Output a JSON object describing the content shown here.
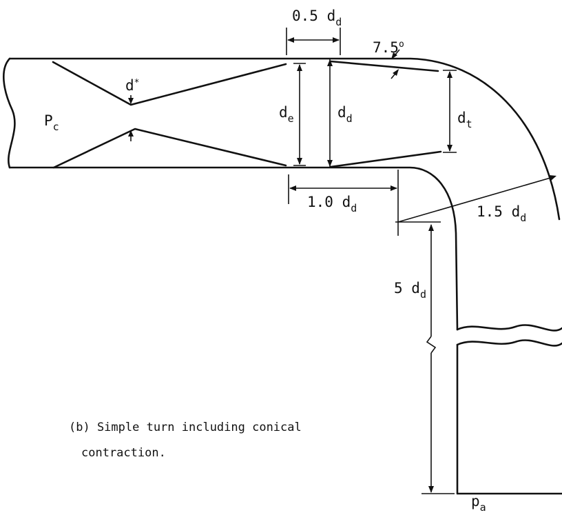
{
  "labels": {
    "chamber_pressure": {
      "base": "P",
      "sub": "c"
    },
    "throat": {
      "base": "d",
      "sup": "*"
    },
    "exit": {
      "base": "d",
      "sub": "e"
    },
    "duct": {
      "base": "d",
      "sub": "d"
    },
    "contraction_exit": {
      "base": "d",
      "sub": "t"
    },
    "angle": {
      "value": "7.5",
      "sup": "o"
    },
    "half_duct_length": {
      "value": "0.5 d",
      "sub": "d"
    },
    "duct_length": {
      "value": "1.0 d",
      "sub": "d"
    },
    "turn_radius": {
      "value": "1.5 d",
      "sub": "d"
    },
    "vertical_length": {
      "value": "5 d",
      "sub": "d"
    },
    "ambient_pressure": {
      "base": "p",
      "sub": "a"
    }
  },
  "caption": {
    "line1": "(b) Simple turn including conical",
    "line2": "contraction."
  }
}
